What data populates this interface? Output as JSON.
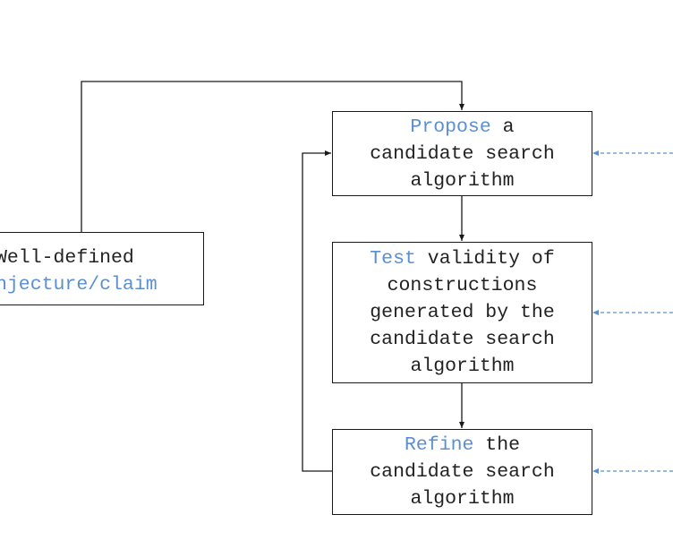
{
  "claim": {
    "line1": "Well-defined",
    "line2": "njecture/claim"
  },
  "propose": {
    "keyword": "Propose",
    "rest1": " a",
    "line2": "candidate search",
    "line3": "algorithm"
  },
  "test": {
    "keyword": "Test",
    "rest1": " validity of",
    "line2": "constructions",
    "line3": "generated by the",
    "line4": "candidate search",
    "line5": "algorithm"
  },
  "refine": {
    "keyword": "Refine",
    "rest1": " the",
    "line2": "candidate search",
    "line3": "algorithm"
  },
  "colors": {
    "accent": "#5b8fd0",
    "stroke": "#1a1a1a",
    "text": "#222222"
  }
}
